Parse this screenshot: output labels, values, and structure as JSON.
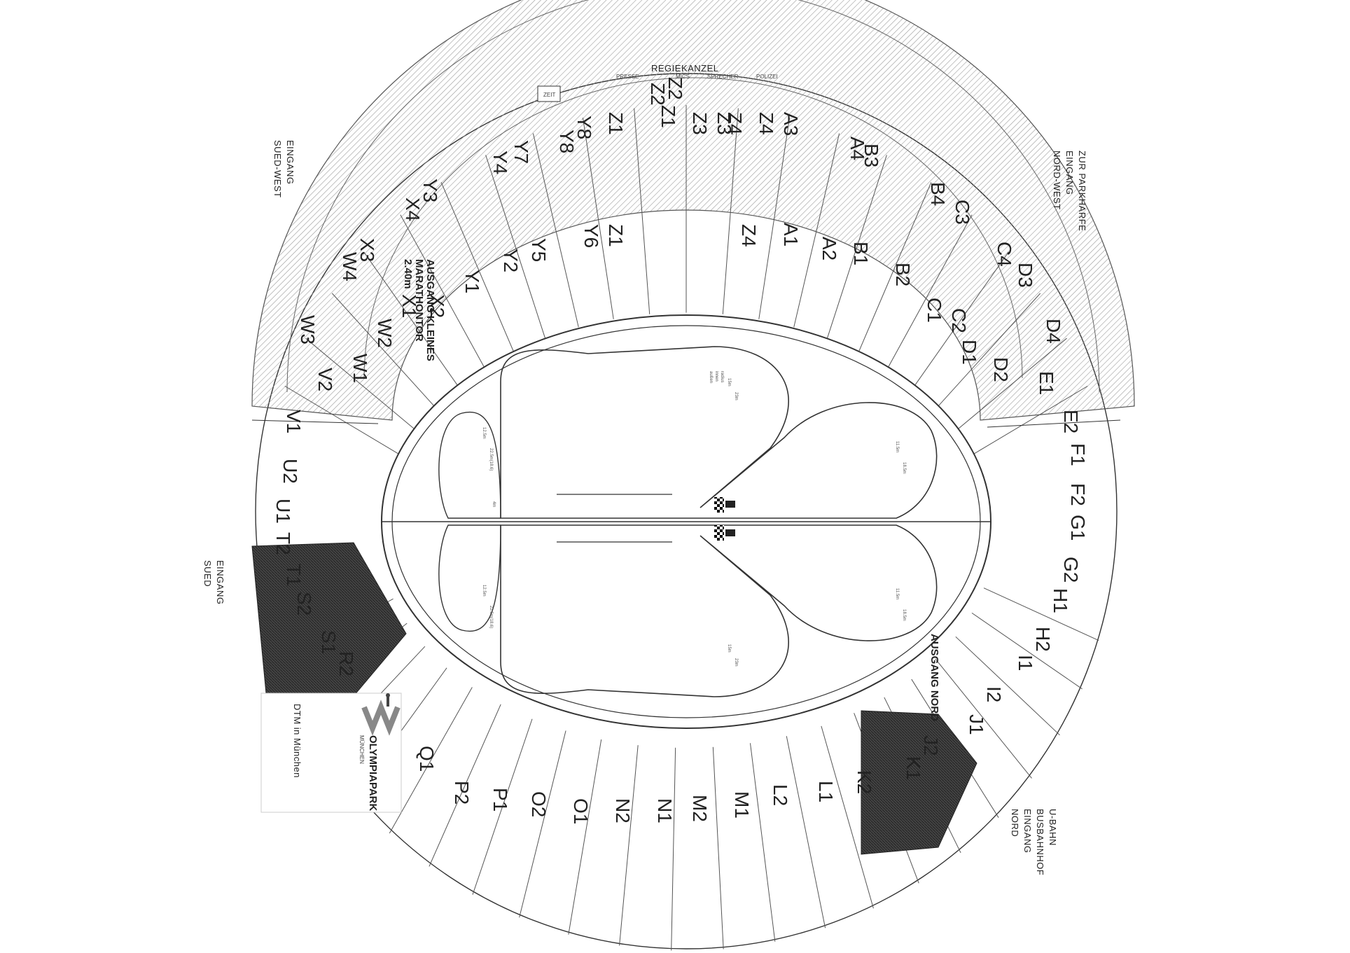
{
  "colors": {
    "line": "#333333",
    "seat_light": "#9a9a9a",
    "seat_dark": "#333333",
    "background": "#ffffff"
  },
  "top_label": "REGIEKANZEL",
  "press_labels": [
    "PRESSE",
    "MICS",
    "SPRECHER",
    "POLIZEI"
  ],
  "logo_small_box": "ZEIT",
  "entrances": {
    "sued_west": [
      "EINGANG",
      "SUED-WEST"
    ],
    "nord_west": [
      "ZUR PARKHARFE",
      "EINGANG",
      "NORD-WEST"
    ],
    "sued": [
      "EINGANG",
      "SUED"
    ],
    "nord": [
      "U-BAHN",
      "BUSBAHNHOF",
      "EINGANG",
      "NORD"
    ]
  },
  "exits": {
    "marathontor": [
      "AUSGANG KLEINES",
      "MARATHONTOR",
      "2.40m"
    ],
    "nord": "AUSGANG NORD"
  },
  "legend": {
    "title": "DTM in München",
    "brand_line1": "OLYMPIAPARK",
    "brand_line2": "MÜNCHEN"
  },
  "track_notes": {
    "radius_words": [
      "radius",
      "innen",
      "außen"
    ],
    "top_loop": [
      "15m",
      "23m"
    ],
    "left_upper": [
      "12.5m",
      "22.5m(18.6)"
    ],
    "left_lower": [
      "12.5m",
      "22.5m(18.6)"
    ],
    "right_upper": [
      "11.5m",
      "18.5m"
    ],
    "right_lower": [
      "11.5m",
      "18.5m"
    ],
    "bottom_loop": [
      "15m",
      "23m"
    ],
    "marker": "4m"
  },
  "sections_upper": [
    "Z2",
    "Z2",
    "Z1",
    "Z1",
    "Z3",
    "Z3",
    "Z4",
    "Z4",
    "A3",
    "A4",
    "B3",
    "B4",
    "C3",
    "C4",
    "D3",
    "D4",
    "Y8",
    "Y8",
    "Y7",
    "Y4",
    "Y3",
    "X4",
    "X3",
    "W4",
    "W3"
  ],
  "sections_lower": [
    "Z1",
    "Z4",
    "A1",
    "A2",
    "B1",
    "B2",
    "C1",
    "C2",
    "D1",
    "D2",
    "E1",
    "Y6",
    "Y5",
    "Y2",
    "Y1",
    "X2",
    "X1",
    "W2",
    "W1",
    "V2"
  ],
  "sections_outer": [
    "E2",
    "F1",
    "F2",
    "G1",
    "G2",
    "H1",
    "H2",
    "I1",
    "I2",
    "J1",
    "J2",
    "K1",
    "K2",
    "L1",
    "L2",
    "M1",
    "M2",
    "N1",
    "N2",
    "O1",
    "O2",
    "P1",
    "P2",
    "Q1",
    "R2",
    "S1",
    "S2",
    "T1",
    "T2",
    "U1",
    "U2",
    "V1"
  ]
}
